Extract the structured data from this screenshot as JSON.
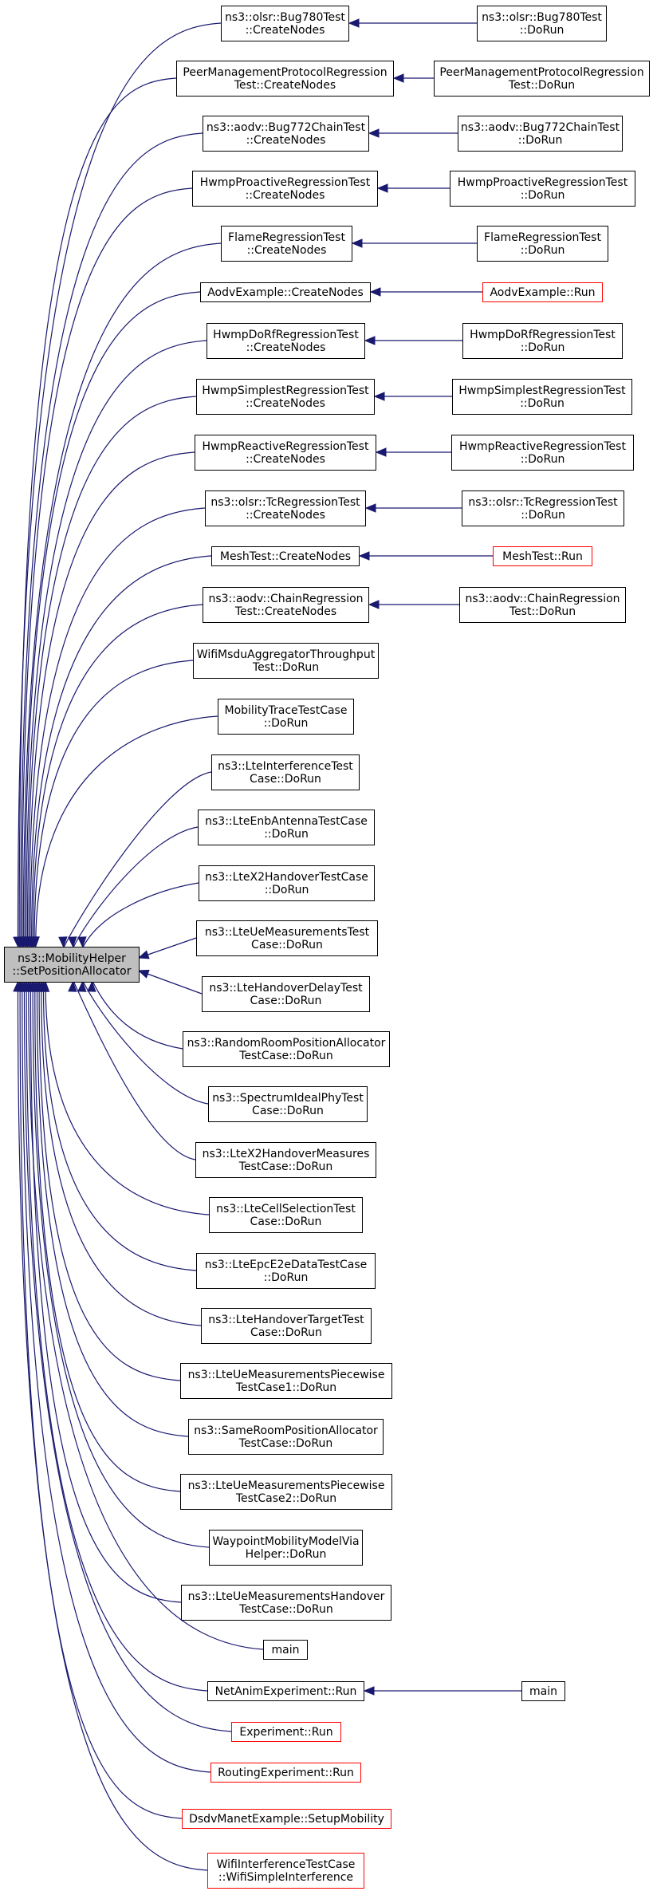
{
  "root": {
    "lines": [
      "ns3::MobilityHelper",
      "::SetPositionAllocator"
    ],
    "fill": "#bfbfbf"
  },
  "colors": {
    "edge": "#191970",
    "border": "#000000",
    "truncated_border": "#ff0000"
  },
  "callers": [
    {
      "id": "olsr-bug780-create",
      "lines": [
        "ns3::olsr::Bug780Test",
        "::CreateNodes"
      ],
      "red": false,
      "callers": [
        {
          "id": "olsr-bug780-dorun",
          "lines": [
            "ns3::olsr::Bug780Test",
            "::DoRun"
          ],
          "red": false
        }
      ]
    },
    {
      "id": "peermgmt-create",
      "lines": [
        "PeerManagementProtocolRegression",
        "Test::CreateNodes"
      ],
      "red": false,
      "callers": [
        {
          "id": "peermgmt-dorun",
          "lines": [
            "PeerManagementProtocolRegression",
            "Test::DoRun"
          ],
          "red": false
        }
      ]
    },
    {
      "id": "aodv-bug772-create",
      "lines": [
        "ns3::aodv::Bug772ChainTest",
        "::CreateNodes"
      ],
      "red": false,
      "callers": [
        {
          "id": "aodv-bug772-dorun",
          "lines": [
            "ns3::aodv::Bug772ChainTest",
            "::DoRun"
          ],
          "red": false
        }
      ]
    },
    {
      "id": "hwmp-proactive-create",
      "lines": [
        "HwmpProactiveRegressionTest",
        "::CreateNodes"
      ],
      "red": false,
      "callers": [
        {
          "id": "hwmp-proactive-dorun",
          "lines": [
            "HwmpProactiveRegressionTest",
            "::DoRun"
          ],
          "red": false
        }
      ]
    },
    {
      "id": "flame-create",
      "lines": [
        "FlameRegressionTest",
        "::CreateNodes"
      ],
      "red": false,
      "callers": [
        {
          "id": "flame-dorun",
          "lines": [
            "FlameRegressionTest",
            "::DoRun"
          ],
          "red": false
        }
      ]
    },
    {
      "id": "aodv-example-create",
      "lines": [
        "AodvExample::CreateNodes"
      ],
      "red": false,
      "callers": [
        {
          "id": "aodv-example-run",
          "lines": [
            "AodvExample::Run"
          ],
          "red": true
        }
      ]
    },
    {
      "id": "hwmp-dorf-create",
      "lines": [
        "HwmpDoRfRegressionTest",
        "::CreateNodes"
      ],
      "red": false,
      "callers": [
        {
          "id": "hwmp-dorf-dorun",
          "lines": [
            "HwmpDoRfRegressionTest",
            "::DoRun"
          ],
          "red": false
        }
      ]
    },
    {
      "id": "hwmp-simplest-create",
      "lines": [
        "HwmpSimplestRegressionTest",
        "::CreateNodes"
      ],
      "red": false,
      "callers": [
        {
          "id": "hwmp-simplest-dorun",
          "lines": [
            "HwmpSimplestRegressionTest",
            "::DoRun"
          ],
          "red": false
        }
      ]
    },
    {
      "id": "hwmp-reactive-create",
      "lines": [
        "HwmpReactiveRegressionTest",
        "::CreateNodes"
      ],
      "red": false,
      "callers": [
        {
          "id": "hwmp-reactive-dorun",
          "lines": [
            "HwmpReactiveRegressionTest",
            "::DoRun"
          ],
          "red": false
        }
      ]
    },
    {
      "id": "olsr-tc-create",
      "lines": [
        "ns3::olsr::TcRegressionTest",
        "::CreateNodes"
      ],
      "red": false,
      "callers": [
        {
          "id": "olsr-tc-dorun",
          "lines": [
            "ns3::olsr::TcRegressionTest",
            "::DoRun"
          ],
          "red": false
        }
      ]
    },
    {
      "id": "meshtest-create",
      "lines": [
        "MeshTest::CreateNodes"
      ],
      "red": false,
      "callers": [
        {
          "id": "meshtest-run",
          "lines": [
            "MeshTest::Run"
          ],
          "red": true
        }
      ]
    },
    {
      "id": "aodv-chain-create",
      "lines": [
        "ns3::aodv::ChainRegression",
        "Test::CreateNodes"
      ],
      "red": false,
      "callers": [
        {
          "id": "aodv-chain-dorun",
          "lines": [
            "ns3::aodv::ChainRegression",
            "Test::DoRun"
          ],
          "red": false
        }
      ]
    },
    {
      "id": "wifi-msdu",
      "lines": [
        "WifiMsduAggregatorThroughput",
        "Test::DoRun"
      ],
      "red": false,
      "callers": []
    },
    {
      "id": "mobility-trace",
      "lines": [
        "MobilityTraceTestCase",
        "::DoRun"
      ],
      "red": false,
      "callers": []
    },
    {
      "id": "lte-interference",
      "lines": [
        "ns3::LteInterferenceTest",
        "Case::DoRun"
      ],
      "red": false,
      "callers": []
    },
    {
      "id": "lte-enb-antenna",
      "lines": [
        "ns3::LteEnbAntennaTestCase",
        "::DoRun"
      ],
      "red": false,
      "callers": []
    },
    {
      "id": "lte-x2-handover",
      "lines": [
        "ns3::LteX2HandoverTestCase",
        "::DoRun"
      ],
      "red": false,
      "callers": []
    },
    {
      "id": "lte-ue-meas",
      "lines": [
        "ns3::LteUeMeasurementsTest",
        "Case::DoRun"
      ],
      "red": false,
      "callers": []
    },
    {
      "id": "lte-handover-delay",
      "lines": [
        "ns3::LteHandoverDelayTest",
        "Case::DoRun"
      ],
      "red": false,
      "callers": []
    },
    {
      "id": "random-room",
      "lines": [
        "ns3::RandomRoomPositionAllocator",
        "TestCase::DoRun"
      ],
      "red": false,
      "callers": []
    },
    {
      "id": "spectrum-ideal",
      "lines": [
        "ns3::SpectrumIdealPhyTest",
        "Case::DoRun"
      ],
      "red": false,
      "callers": []
    },
    {
      "id": "lte-x2-measures",
      "lines": [
        "ns3::LteX2HandoverMeasures",
        "TestCase::DoRun"
      ],
      "red": false,
      "callers": []
    },
    {
      "id": "lte-cell-selection",
      "lines": [
        "ns3::LteCellSelectionTest",
        "Case::DoRun"
      ],
      "red": false,
      "callers": []
    },
    {
      "id": "lte-epc-e2e",
      "lines": [
        "ns3::LteEpcE2eDataTestCase",
        "::DoRun"
      ],
      "red": false,
      "callers": []
    },
    {
      "id": "lte-handover-target",
      "lines": [
        "ns3::LteHandoverTargetTest",
        "Case::DoRun"
      ],
      "red": false,
      "callers": []
    },
    {
      "id": "lte-ue-piecewise1",
      "lines": [
        "ns3::LteUeMeasurementsPiecewise",
        "TestCase1::DoRun"
      ],
      "red": false,
      "callers": []
    },
    {
      "id": "same-room",
      "lines": [
        "ns3::SameRoomPositionAllocator",
        "TestCase::DoRun"
      ],
      "red": false,
      "callers": []
    },
    {
      "id": "lte-ue-piecewise2",
      "lines": [
        "ns3::LteUeMeasurementsPiecewise",
        "TestCase2::DoRun"
      ],
      "red": false,
      "callers": []
    },
    {
      "id": "waypoint",
      "lines": [
        "WaypointMobilityModelVia",
        "Helper::DoRun"
      ],
      "red": false,
      "callers": []
    },
    {
      "id": "lte-ue-meas-handover",
      "lines": [
        "ns3::LteUeMeasurementsHandover",
        "TestCase::DoRun"
      ],
      "red": false,
      "callers": []
    },
    {
      "id": "main-1",
      "lines": [
        "main"
      ],
      "red": false,
      "callers": []
    },
    {
      "id": "netanim-run",
      "lines": [
        "NetAnimExperiment::Run"
      ],
      "red": false,
      "callers": [
        {
          "id": "main-2",
          "lines": [
            "main"
          ],
          "red": false
        }
      ]
    },
    {
      "id": "experiment-run",
      "lines": [
        "Experiment::Run"
      ],
      "red": true,
      "callers": []
    },
    {
      "id": "routing-run",
      "lines": [
        "RoutingExperiment::Run"
      ],
      "red": true,
      "callers": []
    },
    {
      "id": "dsdv-setup",
      "lines": [
        "DsdvManetExample::SetupMobility"
      ],
      "red": true,
      "callers": []
    },
    {
      "id": "wifi-interference",
      "lines": [
        "WifiInterferenceTestCase",
        "::WifiSimpleInterference"
      ],
      "red": true,
      "callers": []
    }
  ]
}
